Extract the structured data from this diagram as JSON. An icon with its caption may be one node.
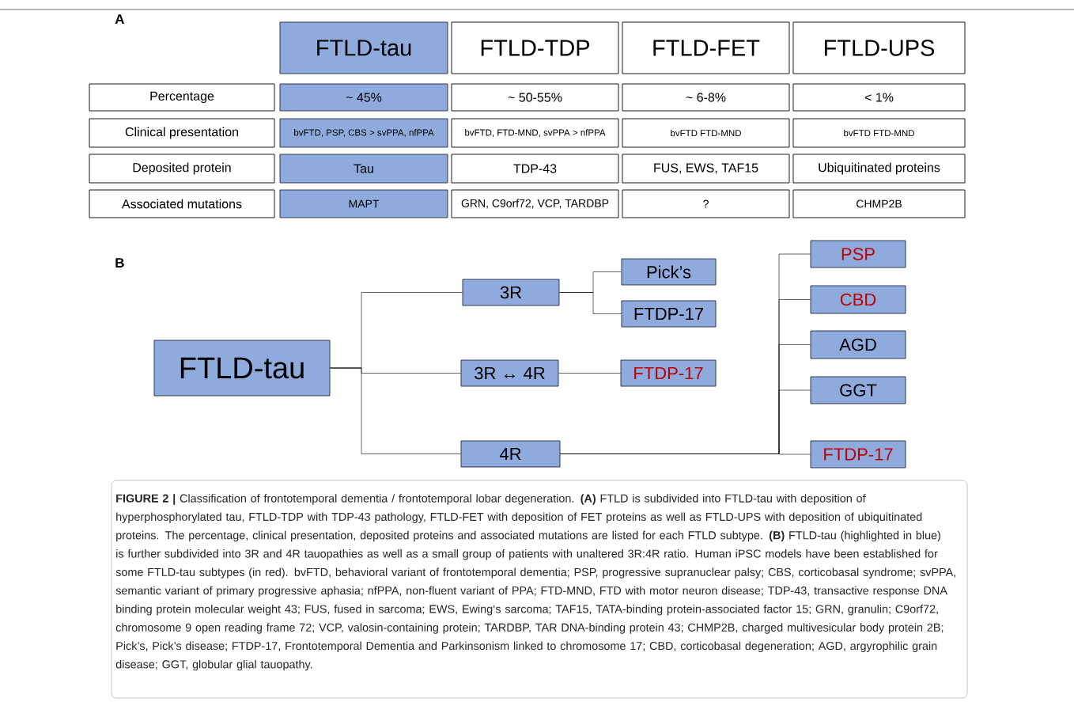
{
  "diagram": {
    "caption": "**FIGURE 2 |** Classification of frontotemporal dementia / frontotemporal lobar degeneration. **(A)** FTLD is subdivided into FTLD-tau with deposition of hyperphosphorylated tau, FTLD-TDP with TDP-43 pathology, FTLD-FET with deposition of FET proteins as well as FTLD-UPS with deposition of ubiquitinated proteins. The percentage, clinical presentation, deposited proteins and associated mutations are listed for each FTLD subtype. **(B)** FTLD-tau (highlighted in blue) is further subdivided into 3R and 4R tauopathies as well as a small group of patients with unaltered 3R:4R ratio. Human iPSC models have been established for some FTLD-tau subtypes (in red). bvFTD, behavioral variant of frontotemporal dementia; PSP, progressive supranuclear palsy; CBS, corticobasal syndrome; svPPA, semantic variant of primary progressive aphasia; nfPPA, non-fluent variant of PPA; FTD-MND, FTD with motor neuron disease; TDP-43, transactive response DNA binding protein molecular weight 43; FUS, fused in sarcoma; EWS, Ewing‘s sarcoma; TAF15, TATA-binding protein-associated factor 15; GRN, granulin; C9orf72, chromosome 9 open reading frame 72; VCP, valosin-containing protein; TARDBP, TAR DNA-binding protein 43; CHMP2B, charged multivesicular body protein 2B; Pick’s, Pick’s disease; FTDP-17, Frontotemporal Dementia and Parkinsonism linked to chromosome 17; CBD, corticobasal degeneration; AGD, argyrophilic grain disease; GGT, globular glial tauopathy.",
    "nodes": [
      {
        "text": [
          "FTLD-tau"
        ]
      },
      {
        "text": [
          "FTLD-TDP"
        ]
      },
      {
        "text": [
          "FTLD-FET"
        ]
      },
      {
        "text": [
          "FTLD-UPS"
        ]
      },
      {
        "text": [
          "Percentage"
        ]
      },
      {
        "text": [
          "~ 45%"
        ]
      },
      {
        "text": [
          "~ 50-55%"
        ]
      },
      {
        "text": [
          "~ 6-8%"
        ]
      },
      {
        "text": [
          "< 1%"
        ]
      },
      {
        "text": [
          "Clinical presentation"
        ]
      },
      {
        "text": [
          "bvFTD, PSP, CBS > svPPA, nfPPA"
        ]
      },
      {
        "text": [
          "bvFTD, FTD-MND, svPPA > nfPPA"
        ]
      },
      {
        "text": [
          "bvFTD FTD-MND"
        ]
      },
      {
        "text": [
          "bvFTD FTD-MND"
        ]
      },
      {
        "text": [
          "Deposited protein"
        ]
      },
      {
        "text": [
          "Tau"
        ]
      },
      {
        "text": [
          "TDP-43"
        ]
      },
      {
        "text": [
          "FUS, EWS, TAF15"
        ]
      },
      {
        "text": [
          "Ubiquitinated proteins"
        ]
      },
      {
        "text": [
          "Associated mutations"
        ]
      },
      {
        "text": [
          "MAPT"
        ]
      },
      {
        "text": [
          "GRN, C9orf72, VCP, TARDBP"
        ]
      },
      {
        "text": [
          "?"
        ]
      },
      {
        "text": [
          "CHMP2B"
        ]
      },
      {
        "text": [
          "FTLD-tau"
        ]
      },
      {
        "text": [
          "3R"
        ]
      },
      {
        "text": [
          "3R ↔ 4R"
        ]
      },
      {
        "text": [
          "4R"
        ]
      },
      {
        "text": [
          "Pick’s"
        ]
      },
      {
        "text": [
          "FTDP-17"
        ]
      },
      {
        "text": [
          "FTDP-17"
        ]
      },
      {
        "text": [
          "PSP"
        ]
      },
      {
        "text": [
          "CBD"
        ]
      },
      {
        "text": [
          "AGD"
        ]
      },
      {
        "text": [
          "GGT"
        ]
      },
      {
        "text": [
          "FTDP-17"
        ]
      }
    ],
    "edges": [
      {
        "from": 24,
        "to": 25,
        "arrow": "none"
      },
      {
        "from": 24,
        "to": 26,
        "arrow": "none"
      },
      {
        "from": 24,
        "to": 27,
        "arrow": "none"
      },
      {
        "from": 25,
        "to": 28,
        "arrow": "none"
      },
      {
        "from": 25,
        "to": 29,
        "arrow": "none"
      },
      {
        "from": 26,
        "to": 30,
        "arrow": "none"
      },
      {
        "from": 27,
        "to": 31,
        "arrow": "none"
      },
      {
        "from": 27,
        "to": 32,
        "arrow": "none"
      },
      {
        "from": 27,
        "to": 33,
        "arrow": "none"
      },
      {
        "from": 27,
        "to": 34,
        "arrow": "none"
      },
      {
        "from": 27,
        "to": 35,
        "arrow": "none"
      }
    ],
    "labels": [
      "A",
      "B"
    ]
  }
}
